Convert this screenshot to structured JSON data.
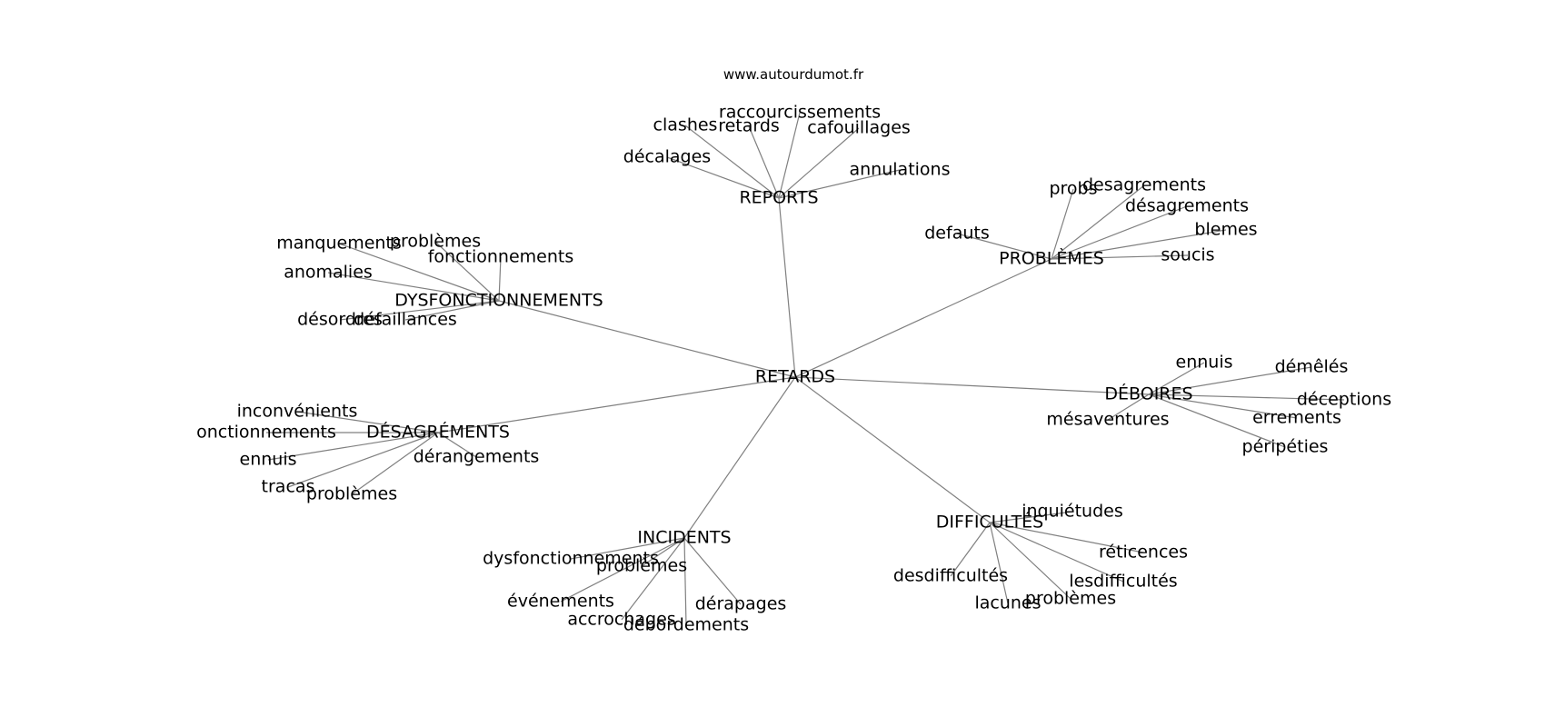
{
  "source_credit": "www.autourdumot.fr",
  "colors": {
    "edge": "#808080",
    "text": "#000000",
    "background": "#ffffff"
  },
  "graph": {
    "center": "RETARDS",
    "nodes": [
      {
        "id": "n0",
        "label": "RETARDS"
      },
      {
        "id": "n1",
        "label": "REPORTS"
      },
      {
        "id": "n2",
        "label": "PROBLÈMES"
      },
      {
        "id": "n3",
        "label": "DYSFONCTIONNEMENTS"
      },
      {
        "id": "n4",
        "label": "DÉBOIRES"
      },
      {
        "id": "n5",
        "label": "DÉSAGRÉMENTS"
      },
      {
        "id": "n6",
        "label": "INCIDENTS"
      },
      {
        "id": "n7",
        "label": "DIFFICULTÉS"
      },
      {
        "id": "r1",
        "label": "raccourcissements"
      },
      {
        "id": "r2",
        "label": "clashes"
      },
      {
        "id": "r3",
        "label": "retards"
      },
      {
        "id": "r4",
        "label": "cafouillages"
      },
      {
        "id": "r5",
        "label": "décalages"
      },
      {
        "id": "r6",
        "label": "annulations"
      },
      {
        "id": "p1",
        "label": "probs"
      },
      {
        "id": "p2",
        "label": "desagrements"
      },
      {
        "id": "p3",
        "label": "désagrements"
      },
      {
        "id": "p4",
        "label": "blemes"
      },
      {
        "id": "p5",
        "label": "defauts"
      },
      {
        "id": "p6",
        "label": "soucis"
      },
      {
        "id": "d1",
        "label": "manquements"
      },
      {
        "id": "d2",
        "label": "problèmes"
      },
      {
        "id": "d3",
        "label": "fonctionnements"
      },
      {
        "id": "d4",
        "label": "anomalies"
      },
      {
        "id": "d5",
        "label": "désordres"
      },
      {
        "id": "d6",
        "label": "défaillances"
      },
      {
        "id": "b1",
        "label": "ennuis"
      },
      {
        "id": "b2",
        "label": "démêlés"
      },
      {
        "id": "b3",
        "label": "déceptions"
      },
      {
        "id": "b4",
        "label": "errements"
      },
      {
        "id": "b5",
        "label": "mésaventures"
      },
      {
        "id": "b6",
        "label": "péripéties"
      },
      {
        "id": "s1",
        "label": "inconvénients"
      },
      {
        "id": "s2",
        "label": "onctionnements"
      },
      {
        "id": "s3",
        "label": "ennuis"
      },
      {
        "id": "s4",
        "label": "dérangements"
      },
      {
        "id": "s5",
        "label": "tracas"
      },
      {
        "id": "s6",
        "label": "problèmes"
      },
      {
        "id": "i1",
        "label": "dysfonctionnements"
      },
      {
        "id": "i2",
        "label": "problèmes"
      },
      {
        "id": "i3",
        "label": "événements"
      },
      {
        "id": "i4",
        "label": "dérapages"
      },
      {
        "id": "i5",
        "label": "accrochages"
      },
      {
        "id": "i6",
        "label": "débordements"
      },
      {
        "id": "f1",
        "label": "inquiétudes"
      },
      {
        "id": "f2",
        "label": "réticences"
      },
      {
        "id": "f3",
        "label": "desdifficultés"
      },
      {
        "id": "f4",
        "label": "lesdifficultés"
      },
      {
        "id": "f5",
        "label": "problèmes"
      },
      {
        "id": "f6",
        "label": "lacunes"
      }
    ],
    "edges": [
      [
        "n0",
        "n1"
      ],
      [
        "n0",
        "n2"
      ],
      [
        "n0",
        "n3"
      ],
      [
        "n0",
        "n4"
      ],
      [
        "n0",
        "n5"
      ],
      [
        "n0",
        "n6"
      ],
      [
        "n0",
        "n7"
      ],
      [
        "n1",
        "r1"
      ],
      [
        "n1",
        "r2"
      ],
      [
        "n1",
        "r3"
      ],
      [
        "n1",
        "r4"
      ],
      [
        "n1",
        "r5"
      ],
      [
        "n1",
        "r6"
      ],
      [
        "n2",
        "p1"
      ],
      [
        "n2",
        "p2"
      ],
      [
        "n2",
        "p3"
      ],
      [
        "n2",
        "p4"
      ],
      [
        "n2",
        "p5"
      ],
      [
        "n2",
        "p6"
      ],
      [
        "n3",
        "d1"
      ],
      [
        "n3",
        "d2"
      ],
      [
        "n3",
        "d3"
      ],
      [
        "n3",
        "d4"
      ],
      [
        "n3",
        "d5"
      ],
      [
        "n3",
        "d6"
      ],
      [
        "n4",
        "b1"
      ],
      [
        "n4",
        "b2"
      ],
      [
        "n4",
        "b3"
      ],
      [
        "n4",
        "b4"
      ],
      [
        "n4",
        "b5"
      ],
      [
        "n4",
        "b6"
      ],
      [
        "n5",
        "s1"
      ],
      [
        "n5",
        "s2"
      ],
      [
        "n5",
        "s3"
      ],
      [
        "n5",
        "s4"
      ],
      [
        "n5",
        "s5"
      ],
      [
        "n5",
        "s6"
      ],
      [
        "n6",
        "i1"
      ],
      [
        "n6",
        "i2"
      ],
      [
        "n6",
        "i3"
      ],
      [
        "n6",
        "i4"
      ],
      [
        "n6",
        "i5"
      ],
      [
        "n6",
        "i6"
      ],
      [
        "n7",
        "f1"
      ],
      [
        "n7",
        "f2"
      ],
      [
        "n7",
        "f3"
      ],
      [
        "n7",
        "f4"
      ],
      [
        "n7",
        "f5"
      ],
      [
        "n7",
        "f6"
      ]
    ]
  }
}
